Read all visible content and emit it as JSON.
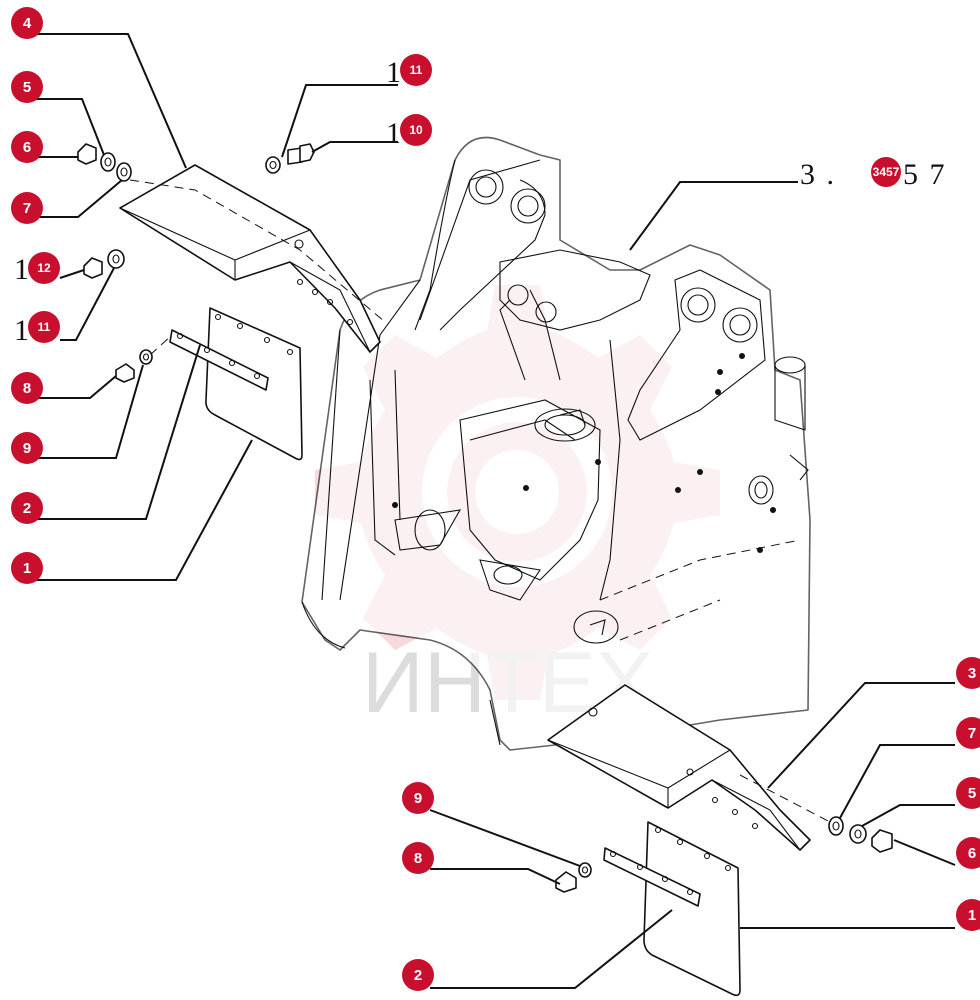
{
  "colors": {
    "badge": "#c8102e",
    "badge_text": "#ffffff",
    "line": "#111111",
    "watermark_gear": "#f3b9be",
    "watermark_text": "#dcdcdc"
  },
  "watermark": {
    "text": "ИНТЕХ"
  },
  "reference": {
    "prefix": "3 .",
    "code": "3457",
    "suffix": "5 7"
  },
  "callouts": [
    {
      "label": "4"
    },
    {
      "label": "5"
    },
    {
      "label": "6"
    },
    {
      "label": "7"
    },
    {
      "label": "12",
      "prefix": "1"
    },
    {
      "label": "11",
      "prefix": "1"
    },
    {
      "label": "8"
    },
    {
      "label": "9"
    },
    {
      "label": "2"
    },
    {
      "label": "1"
    },
    {
      "label": "11",
      "prefix": "1"
    },
    {
      "label": "10",
      "prefix": "1"
    },
    {
      "label": "3"
    },
    {
      "label": "7"
    },
    {
      "label": "5"
    },
    {
      "label": "6"
    },
    {
      "label": "1"
    },
    {
      "label": "9"
    },
    {
      "label": "8"
    },
    {
      "label": "2"
    }
  ]
}
